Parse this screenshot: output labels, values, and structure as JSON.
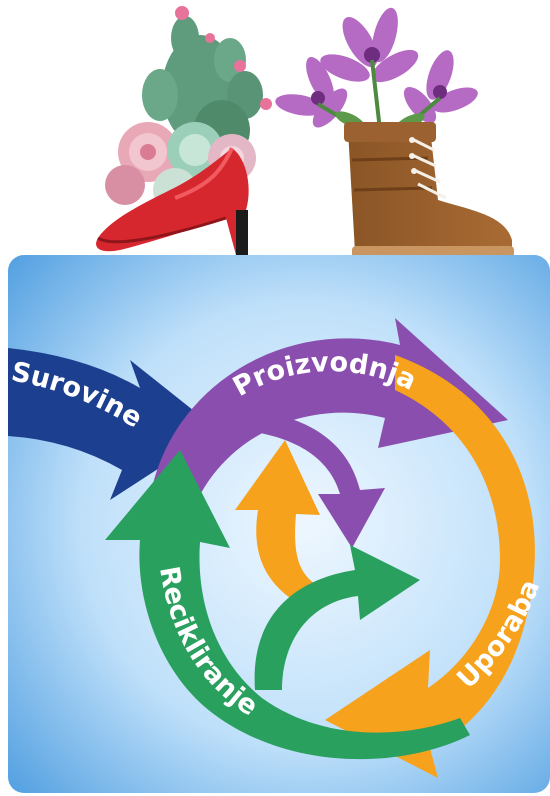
{
  "illustration": {
    "left_item": "red-high-heel-shoe-with-cactus-and-succulents",
    "right_item": "brown-boot-with-purple-flowers"
  },
  "cycle": {
    "labels": {
      "input": "Surovine",
      "production": "Proizvodnja",
      "use": "Uporaba",
      "recycling": "Recikliranje"
    },
    "colors": {
      "input": "#1d3f8f",
      "production": "#8a4fae",
      "use": "#f6a21c",
      "recycling": "#2aa05f",
      "panel_top": "#4f9ee0",
      "panel_center": "#e7f3fd"
    }
  }
}
